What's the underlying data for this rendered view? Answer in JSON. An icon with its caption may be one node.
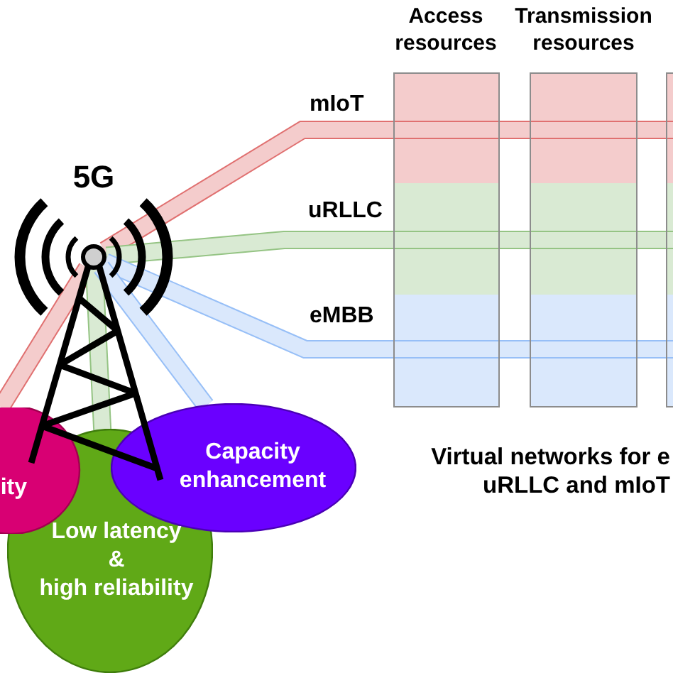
{
  "diagram": {
    "nodes": [
      {
        "text": [
          "Access resources"
        ]
      },
      {
        "text": [
          "Transmission resources"
        ]
      },
      {
        "text": [],
        "shape": "box"
      },
      {
        "text": [],
        "shape": "circle",
        "beside": [
          "5G"
        ]
      },
      {
        "text": [
          "ity"
        ]
      },
      {
        "text": [
          "Capacity enhancement"
        ]
      },
      {
        "text": [
          "Low latency & high reliability"
        ]
      }
    ],
    "edges": [
      {
        "from": 3,
        "to": 0,
        "arrow": "none",
        "label": "mIoT",
        "color": "#f4cccc"
      },
      {
        "from": 0,
        "to": 1,
        "arrow": "none",
        "color": "#f4cccc"
      },
      {
        "from": 1,
        "to": 2,
        "arrow": "none",
        "color": "#f4cccc"
      },
      {
        "from": 3,
        "to": 0,
        "arrow": "none",
        "label": "uRLLC",
        "color": "#d9ead3"
      },
      {
        "from": 0,
        "to": 1,
        "arrow": "none",
        "color": "#d9ead3"
      },
      {
        "from": 1,
        "to": 2,
        "arrow": "none",
        "color": "#d9ead3"
      },
      {
        "from": 3,
        "to": 0,
        "arrow": "none",
        "label": "eMBB",
        "color": "#dae8fc"
      },
      {
        "from": 0,
        "to": 1,
        "arrow": "none",
        "color": "#dae8fc"
      },
      {
        "from": 1,
        "to": 2,
        "arrow": "none",
        "color": "#dae8fc"
      },
      {
        "from": 3,
        "to": 4,
        "arrow": "none",
        "color": "#f4cccc"
      },
      {
        "from": 3,
        "to": 6,
        "arrow": "none",
        "color": "#d9ead3"
      },
      {
        "from": 3,
        "to": 5,
        "arrow": "none",
        "color": "#dae8fc"
      }
    ],
    "labels": [
      "Virtual networks for e uRLLC and mIoT"
    ]
  }
}
